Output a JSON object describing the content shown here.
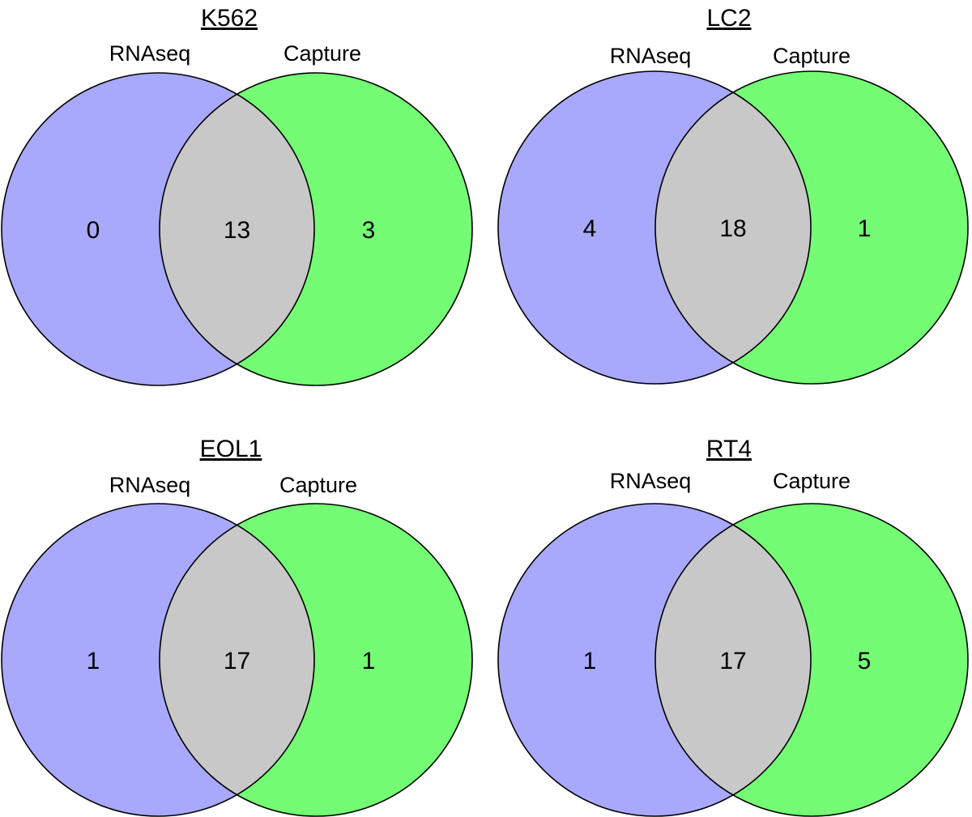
{
  "colors": {
    "rnaseq": "#a8a8fc",
    "capture": "#74fc74",
    "overlap": "#c8c8c8",
    "outline": "#000000",
    "text": "#000000"
  },
  "panels": [
    {
      "title": "K562",
      "left_label": "RNAseq",
      "right_label": "Capture",
      "left_only": "0",
      "overlap": "13",
      "right_only": "3"
    },
    {
      "title": "LC2",
      "left_label": "RNAseq",
      "right_label": "Capture",
      "left_only": "4",
      "overlap": "18",
      "right_only": "1"
    },
    {
      "title": "EOL1",
      "left_label": "RNAseq",
      "right_label": "Capture",
      "left_only": "1",
      "overlap": "17",
      "right_only": "1"
    },
    {
      "title": "RT4",
      "left_label": "RNAseq",
      "right_label": "Capture",
      "left_only": "1",
      "overlap": "17",
      "right_only": "5"
    }
  ]
}
